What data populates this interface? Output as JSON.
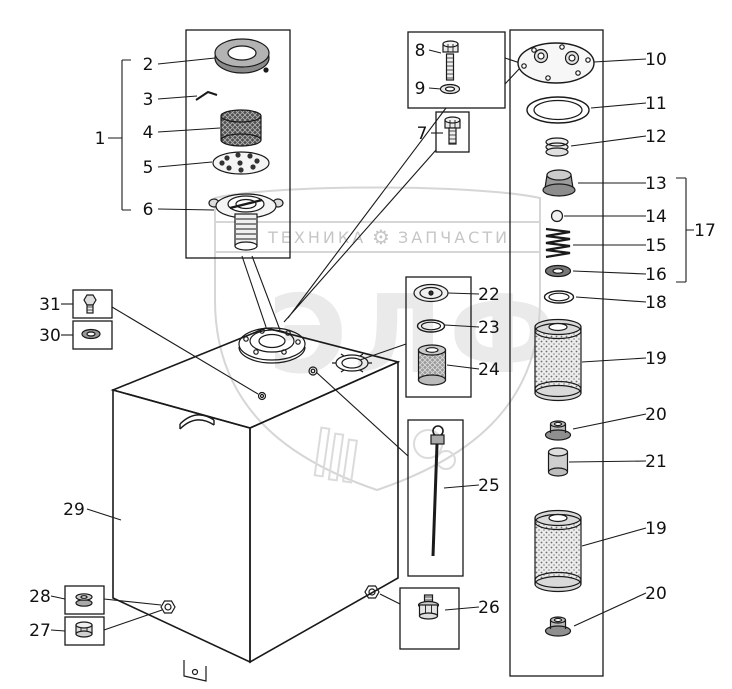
{
  "colors": {
    "line": "#1a1a1a",
    "watermark": "#c6c6c6",
    "background": "#ffffff"
  },
  "watermark": {
    "brand_left": "ТЕХНИКА",
    "gear_icon": "⚙",
    "brand_right": "ЗАПЧАСТИ",
    "logo": "ЭЛФ"
  },
  "callouts": {
    "n1": "1",
    "n2": "2",
    "n3": "3",
    "n4": "4",
    "n5": "5",
    "n6": "6",
    "n7": "7",
    "n8": "8",
    "n9": "9",
    "n10": "10",
    "n11": "11",
    "n12": "12",
    "n13": "13",
    "n14": "14",
    "n15": "15",
    "n16": "16",
    "n17": "17",
    "n18": "18",
    "n19a": "19",
    "n19b": "19",
    "n20a": "20",
    "n20b": "20",
    "n21": "21",
    "n22": "22",
    "n23": "23",
    "n24": "24",
    "n25": "25",
    "n26": "26",
    "n27": "27",
    "n28": "28",
    "n29": "29",
    "n30": "30",
    "n31": "31"
  }
}
